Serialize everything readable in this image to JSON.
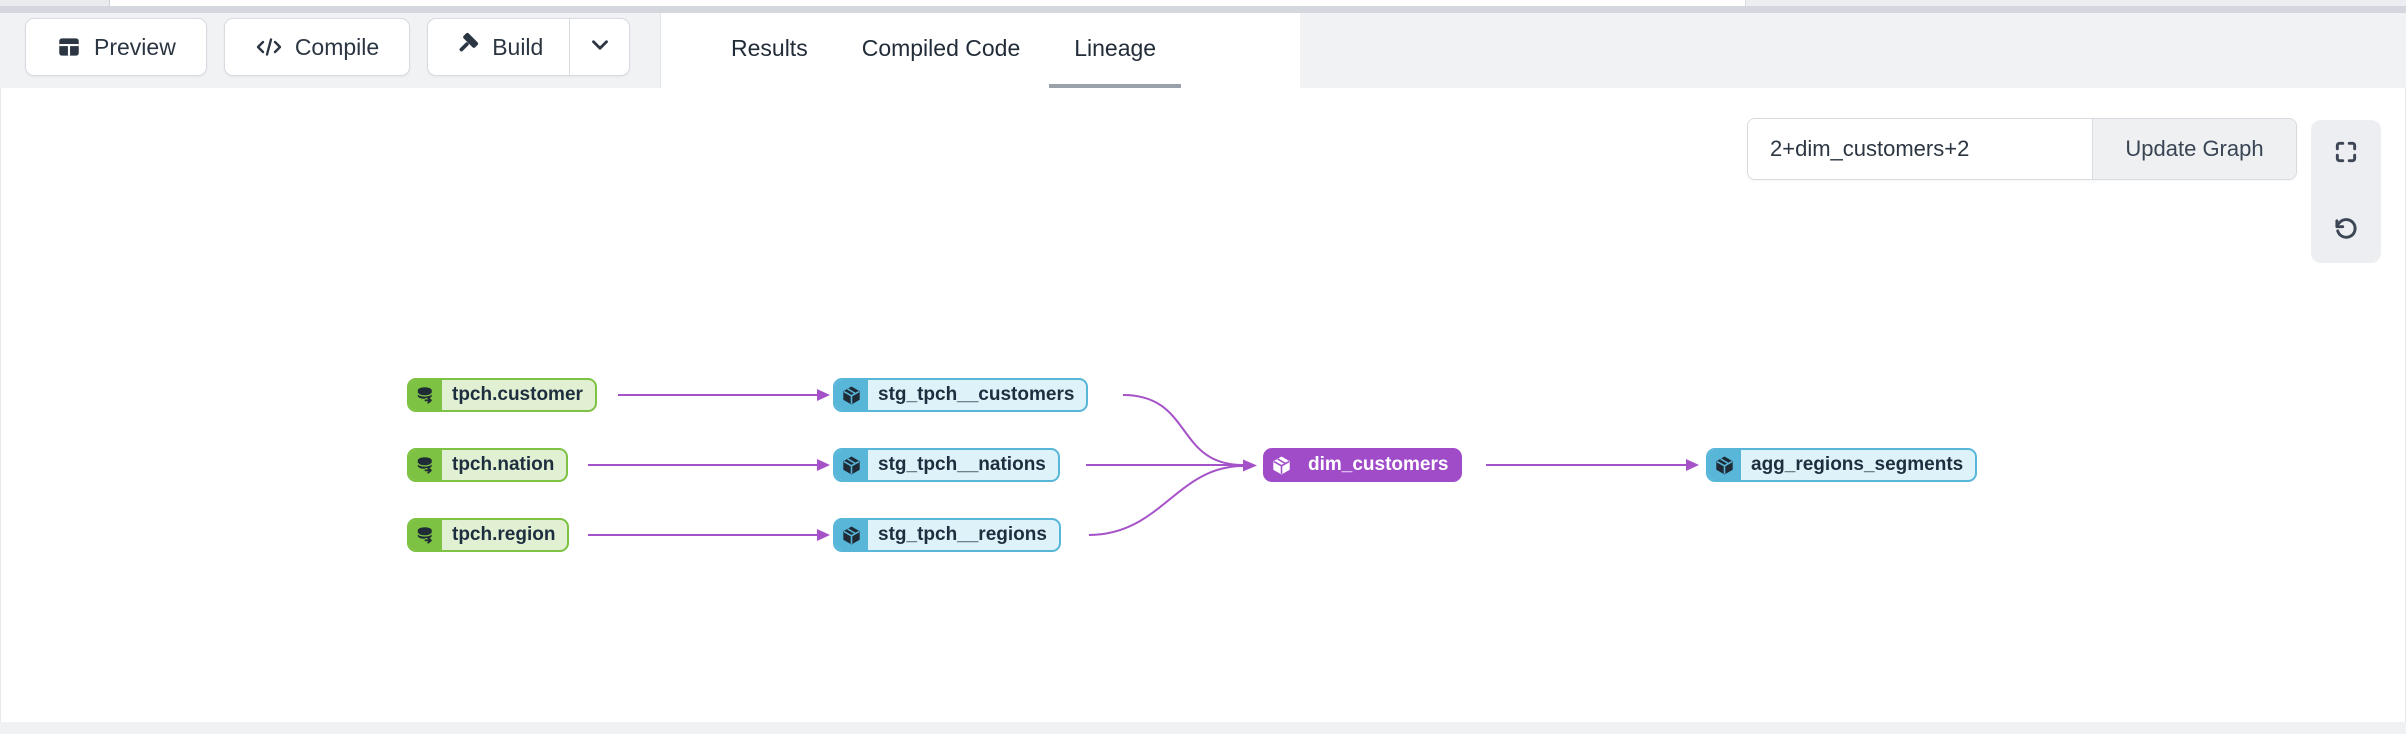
{
  "toolbar": {
    "preview_label": "Preview",
    "compile_label": "Compile",
    "build_label": "Build"
  },
  "tabs": [
    {
      "label": "Results",
      "active": false
    },
    {
      "label": "Compiled Code",
      "active": false
    },
    {
      "label": "Lineage",
      "active": true
    }
  ],
  "lineage": {
    "selector_value": "2+dim_customers+2",
    "update_button_label": "Update Graph",
    "icons": [
      "fullscreen-icon",
      "reset-view-icon"
    ]
  },
  "graph": {
    "nodes": [
      {
        "label": "tpch.customer",
        "type": "source",
        "icon": "database-icon"
      },
      {
        "label": "tpch.nation",
        "type": "source",
        "icon": "database-icon"
      },
      {
        "label": "tpch.region",
        "type": "source",
        "icon": "database-icon"
      },
      {
        "label": "stg_tpch__customers",
        "type": "model",
        "icon": "cube-icon"
      },
      {
        "label": "stg_tpch__nations",
        "type": "model",
        "icon": "cube-icon"
      },
      {
        "label": "stg_tpch__regions",
        "type": "model",
        "icon": "cube-icon"
      },
      {
        "label": "dim_customers",
        "type": "model",
        "selected": true,
        "icon": "cube-icon"
      },
      {
        "label": "agg_regions_segments",
        "type": "model",
        "icon": "cube-icon"
      }
    ],
    "edges": [
      [
        "tpch.customer",
        "stg_tpch__customers"
      ],
      [
        "tpch.nation",
        "stg_tpch__nations"
      ],
      [
        "tpch.region",
        "stg_tpch__regions"
      ],
      [
        "stg_tpch__customers",
        "dim_customers"
      ],
      [
        "stg_tpch__nations",
        "dim_customers"
      ],
      [
        "stg_tpch__regions",
        "dim_customers"
      ],
      [
        "dim_customers",
        "agg_regions_segments"
      ]
    ],
    "colors": {
      "source": "#7dc242",
      "source_fill": "#e1f0d3",
      "model": "#58b7d9",
      "model_fill": "#def2f9",
      "selected": "#a04cc9",
      "edge": "#a551c8"
    }
  }
}
